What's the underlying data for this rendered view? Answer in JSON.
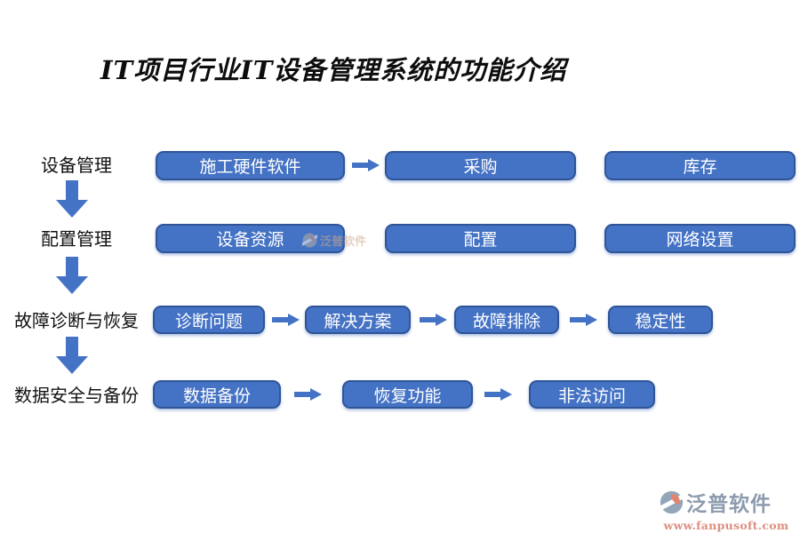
{
  "title": "IT项目行业IT设备管理系统的功能介绍",
  "colors": {
    "box_fill": "#4472C4",
    "box_border": "#2F5597",
    "arrow": "#4472C4",
    "box_text": "#FFFFFF",
    "label_text": "#111111",
    "logo_gray": "#8C9BAE",
    "logo_orange": "#E2836B",
    "url_salmon": "#DD8E7F"
  },
  "rows": [
    {
      "label": "设备管理",
      "boxes": [
        "施工硬件软件",
        "采购",
        "库存"
      ]
    },
    {
      "label": "配置管理",
      "boxes": [
        "设备资源",
        "配置",
        "网络设置"
      ]
    },
    {
      "label": "故障诊断与恢复",
      "boxes": [
        "诊断问题",
        "解决方案",
        "故障排除",
        "稳定性"
      ]
    },
    {
      "label": "数据安全与备份",
      "boxes": [
        "数据备份",
        "恢复功能",
        "非法访问"
      ]
    }
  ],
  "watermark": {
    "text": "泛普软件"
  },
  "footer": {
    "name": "泛普软件",
    "url": "www.fanpusoft.com"
  }
}
